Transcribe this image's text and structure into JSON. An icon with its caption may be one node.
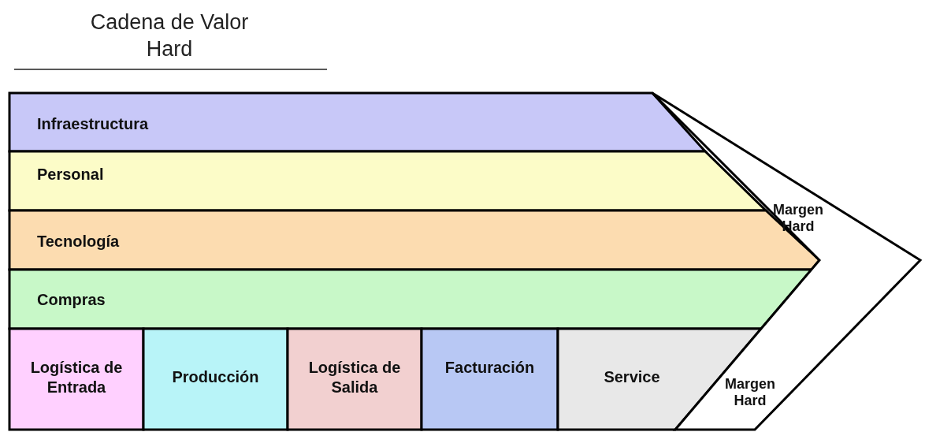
{
  "diagram": {
    "title": "Cadena de Valor Hard",
    "nodes": [
      {
        "text": [
          "Infraestructura"
        ]
      },
      {
        "text": [
          "Personal"
        ]
      },
      {
        "text": [
          "Tecnología"
        ]
      },
      {
        "text": [
          "Compras"
        ]
      },
      {
        "text": [
          "Logística de Entrada"
        ]
      },
      {
        "text": [
          "Producción"
        ]
      },
      {
        "text": [
          "Logística de Salida"
        ]
      },
      {
        "text": [
          "Facturación"
        ]
      },
      {
        "text": [
          "Service"
        ]
      },
      {
        "text": [
          "Margen Hard",
          "Margen Hard"
        ]
      }
    ],
    "edges": []
  }
}
